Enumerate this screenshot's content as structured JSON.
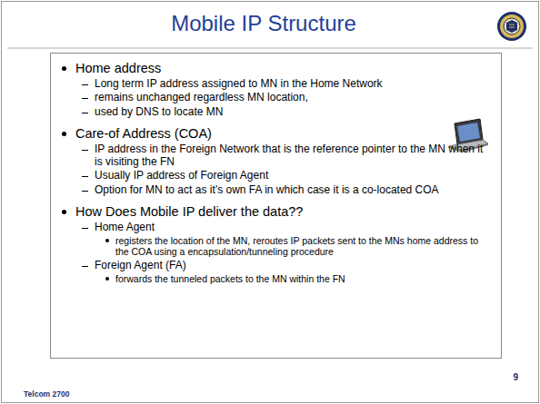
{
  "diagram": {
    "title": "Mobile IP Structure",
    "nodes": [
      {
        "text": [
          "Home address",
          "Long term IP address assigned to MN in the Home Network",
          "remains unchanged regardless MN location,",
          "used by DNS to locate MN",
          "Care-of Address (COA)",
          "IP address in the Foreign Network that is the reference pointer to the MN when it is visiting the FN",
          "Usually IP address of Foreign Agent",
          "Option for MN to act as it’s own FA in which case it is a co-located COA",
          "How Does Mobile IP deliver the data??",
          "Home Agent",
          "registers the location of the MN, reroutes IP packets sent to the MNs home address to the COA using a encapsulation/tunneling procedure",
          "Foreign Agent (FA)",
          "forwards the tunneled packets to the MN within the FN"
        ]
      }
    ],
    "labels": [
      "9",
      "Telcom 2700"
    ]
  }
}
